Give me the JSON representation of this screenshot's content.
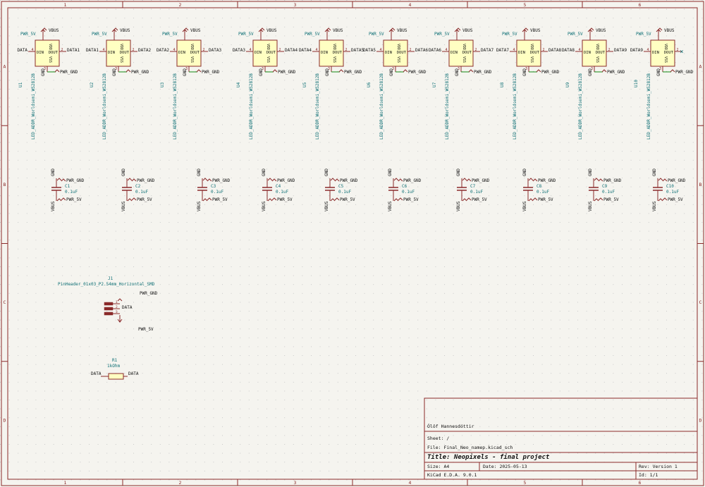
{
  "colors": {
    "border": "#8a2a2a",
    "wire": "#138a13",
    "text": "#0e6f75",
    "label": "#111111",
    "body": "#ffffc2",
    "bodyStroke": "#8a2a2a",
    "pin": "#8a2a2a",
    "dot": "#c9c9c9"
  },
  "frame": {
    "columns": [
      "1",
      "2",
      "3",
      "4",
      "5",
      "6"
    ],
    "rows": [
      "A",
      "B",
      "C",
      "D"
    ]
  },
  "leds": [
    {
      "ref": "U1",
      "value": "LED_ADDR_Worldsemi_WS2812B",
      "data_in": "DATA",
      "data_out": "DATA1"
    },
    {
      "ref": "U2",
      "value": "LED_ADDR_Worldsemi_WS2812B",
      "data_in": "DATA1",
      "data_out": "DATA2"
    },
    {
      "ref": "U3",
      "value": "LED_ADDR_Worldsemi_WS2812B",
      "data_in": "DATA2",
      "data_out": "DATA3"
    },
    {
      "ref": "U4",
      "value": "LED_ADDR_Worldsemi_WS2812B",
      "data_in": "DATA3",
      "data_out": "DATA4"
    },
    {
      "ref": "U5",
      "value": "LED_ADDR_Worldsemi_WS2812B",
      "data_in": "DATA4",
      "data_out": "DATA5"
    },
    {
      "ref": "U6",
      "value": "LED_ADDR_Worldsemi_WS2812B",
      "data_in": "DATA5",
      "data_out": "DATA6"
    },
    {
      "ref": "U7",
      "value": "LED_ADDR_Worldsemi_WS2812B",
      "data_in": "DATA6",
      "data_out": "DATA7"
    },
    {
      "ref": "U8",
      "value": "LED_ADDR_Worldsemi_WS2812B",
      "data_in": "DATA7",
      "data_out": "DATA8"
    },
    {
      "ref": "U9",
      "value": "LED_ADDR_Worldsemi_WS2812B",
      "data_in": "DATA8",
      "data_out": "DATA9"
    },
    {
      "ref": "U10",
      "value": "LED_ADDR_Worldsemi_WS2812B",
      "data_in": "DATA9",
      "data_out": ""
    }
  ],
  "led_labels": {
    "pwr5v": "PWR_5V",
    "vbus": "VBUS",
    "gnd_pin": "GND",
    "pwr_gnd": "PWR_GND",
    "din": "DIN",
    "dout": "DOUT",
    "vdd": "VDD",
    "vss": "VSS",
    "pin_in": "4",
    "pin_out": "2",
    "pin_gnd": "3"
  },
  "caps": [
    {
      "ref": "C1",
      "value": "0.1uF"
    },
    {
      "ref": "C2",
      "value": "0.1uF"
    },
    {
      "ref": "C3",
      "value": "0.1uF"
    },
    {
      "ref": "C4",
      "value": "0.1uF"
    },
    {
      "ref": "C5",
      "value": "0.1uF"
    },
    {
      "ref": "C6",
      "value": "0.1uF"
    },
    {
      "ref": "C7",
      "value": "0.1uF"
    },
    {
      "ref": "C8",
      "value": "0.1uF"
    },
    {
      "ref": "C9",
      "value": "0.1uF"
    },
    {
      "ref": "C10",
      "value": "0.1uF"
    }
  ],
  "cap_labels": {
    "gnd": "GND",
    "vbus": "VBUS",
    "pwr_gnd": "PWR_GND",
    "pwr5v": "PWR_5V"
  },
  "header": {
    "ref": "J1",
    "value": "PinHeader_01x03_P2.54mm_Horizontal_SMD",
    "pwr_gnd": "PWR_GND",
    "data": "DATA",
    "pwr5v": "PWR_5V",
    "pins": [
      "1",
      "2",
      "3"
    ]
  },
  "resistor": {
    "ref": "R1",
    "value": "1kOhm",
    "left": "DATA",
    "right": "DATA"
  },
  "title_block": {
    "author": "Ólöf Hannesdóttir",
    "sheet": "Sheet: /",
    "file": "File: Final_Neo_namep.kicad_sch",
    "title": "Title: Neopixels - final project",
    "size": "Size: A4",
    "date": "Date: 2025-05-13",
    "rev": "Rev: Version 1",
    "tool": "KiCad E.D.A. 9.0.1",
    "id": "Id: 1/1"
  }
}
